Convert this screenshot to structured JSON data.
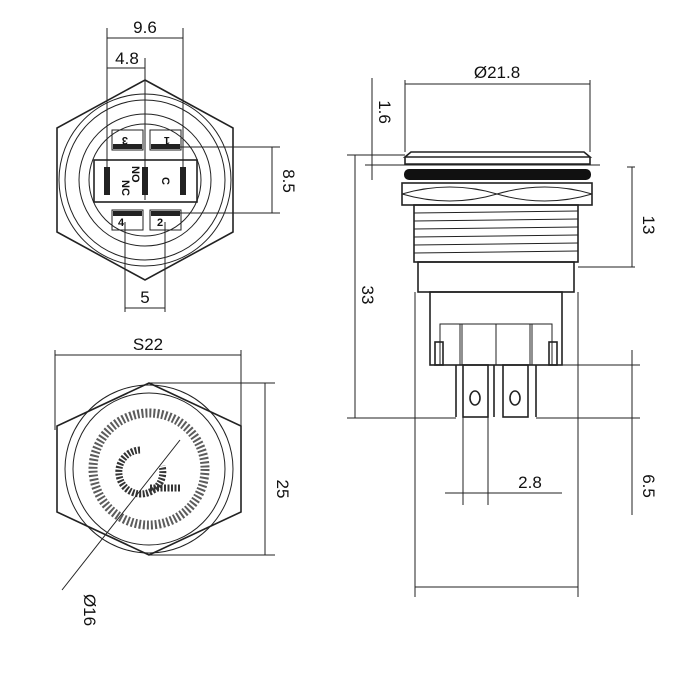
{
  "title": "Metal push button switch dimension drawing",
  "rear_view": {
    "dims": {
      "width_outer": "9.6",
      "width_half": "4.8",
      "pin_spacing_v": "8.5",
      "pin_spacing_h": "5"
    },
    "pins": [
      "1",
      "2",
      "3",
      "4"
    ],
    "contacts": {
      "no": "NO",
      "nc": "NC",
      "c": "C"
    }
  },
  "front_view": {
    "dims": {
      "across_flats": "S22",
      "across_corners": "25",
      "diameter": "Ø16"
    },
    "icon": "power-icon"
  },
  "side_view": {
    "dims": {
      "cap_diameter": "Ø21.8",
      "cap_height": "1.6",
      "total_length": "33",
      "thread_length": "13",
      "terminal_length": "6.5",
      "terminal_width": "2.8"
    }
  },
  "colors": {
    "line": "#222222",
    "background": "#ffffff"
  }
}
